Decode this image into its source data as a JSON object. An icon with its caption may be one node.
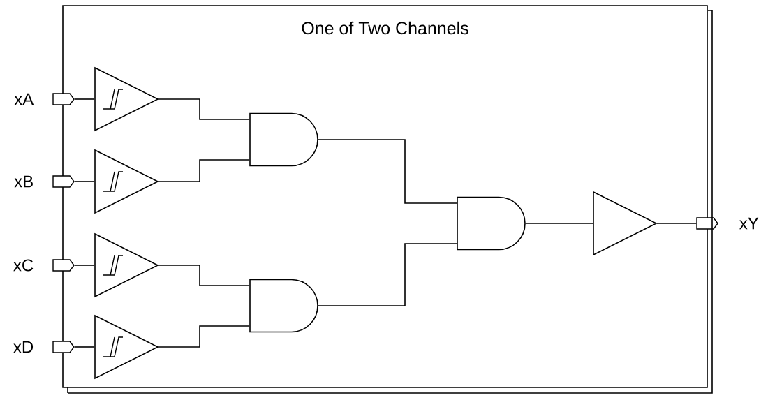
{
  "diagram": {
    "nodes": [
      {
        "text": [
          "One of Two Channels"
        ]
      },
      {
        "text": [
          "xA"
        ]
      },
      {
        "text": [
          "xB"
        ]
      },
      {
        "text": [
          "xC"
        ]
      },
      {
        "text": [
          "xD"
        ]
      },
      {
        "text": [],
        "shape": "triangle",
        "in": 0
      },
      {
        "text": [],
        "shape": "triangle",
        "in": 0
      },
      {
        "text": [],
        "shape": "triangle",
        "in": 0
      },
      {
        "text": [],
        "shape": "triangle",
        "in": 0
      },
      {
        "text": [],
        "shape": "gate",
        "in": 0
      },
      {
        "text": [],
        "shape": "gate",
        "in": 0
      },
      {
        "text": [],
        "shape": "gate",
        "in": 0
      },
      {
        "text": [],
        "shape": "triangle",
        "in": 0
      },
      {
        "text": [
          "xY"
        ]
      }
    ],
    "edges": [
      {
        "from": 1,
        "to": 5,
        "arrow": "none"
      },
      {
        "from": 2,
        "to": 6,
        "arrow": "none"
      },
      {
        "from": 3,
        "to": 7,
        "arrow": "none"
      },
      {
        "from": 4,
        "to": 8,
        "arrow": "none"
      },
      {
        "from": 5,
        "to": 9,
        "arrow": "none"
      },
      {
        "from": 6,
        "to": 9,
        "arrow": "none"
      },
      {
        "from": 7,
        "to": 10,
        "arrow": "none"
      },
      {
        "from": 8,
        "to": 10,
        "arrow": "none"
      },
      {
        "from": 9,
        "to": 11,
        "arrow": "none"
      },
      {
        "from": 10,
        "to": 11,
        "arrow": "none"
      },
      {
        "from": 11,
        "to": 12,
        "arrow": "none"
      },
      {
        "from": 12,
        "to": 13,
        "arrow": "none"
      }
    ]
  }
}
